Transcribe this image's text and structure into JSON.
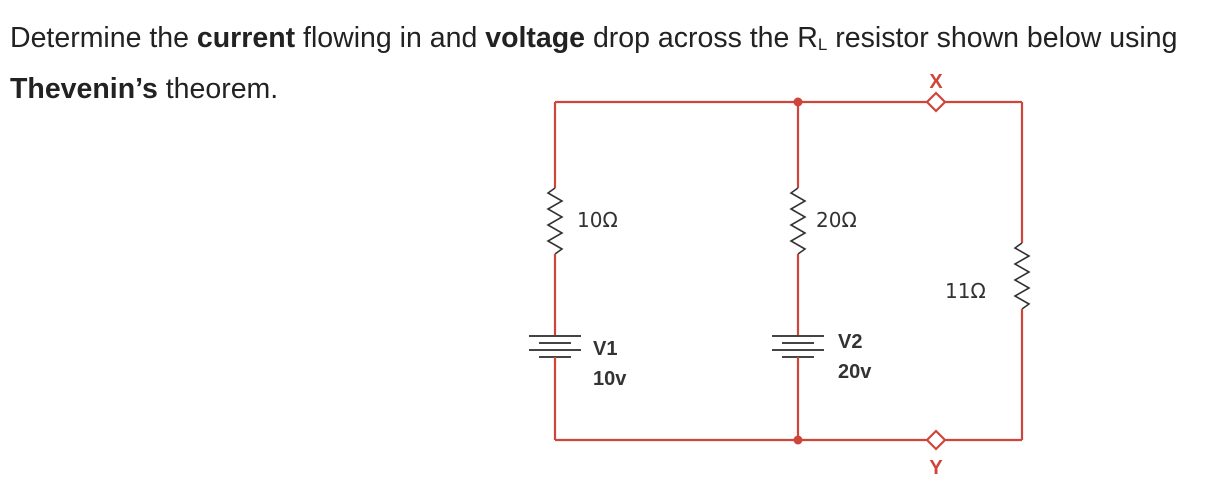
{
  "question": {
    "part1": "Determine the ",
    "bold1": "current",
    "part2": " flowing in and ",
    "bold2": "voltage",
    "part3": " drop across the R",
    "sub": "L",
    "part4": " resistor shown below using ",
    "bold3": "Thevenin’s",
    "part5": " theorem."
  },
  "circuit": {
    "r1_label": "10Ω",
    "r2_label": "20Ω",
    "rl_label": "11Ω",
    "v1_name": "V1",
    "v1_value": "10v",
    "v2_name": "V2",
    "v2_value": "20v",
    "terminal_top": "X",
    "terminal_bottom": "Y"
  },
  "colors": {
    "wire": "#d0453a",
    "component": "#333333"
  }
}
